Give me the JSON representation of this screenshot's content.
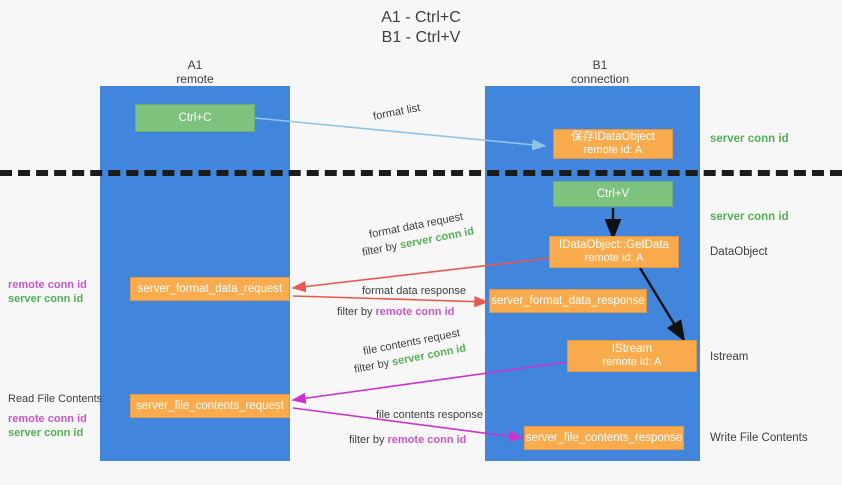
{
  "title": {
    "line1": "A1 - Ctrl+C",
    "line2": "B1 - Ctrl+V"
  },
  "lanes": [
    {
      "name": "A1",
      "sub": "remote"
    },
    {
      "name": "B1",
      "sub": "connection"
    }
  ],
  "boxes": {
    "ctrl_c": "Ctrl+C",
    "ctrl_v": "Ctrl+V",
    "save_dataobject": {
      "line1": "保存IDataObject",
      "line2": "remote id: A"
    },
    "getdata": {
      "line1": "IDataObject::GetData",
      "line2": "remote id: A"
    },
    "istream": {
      "line1": "IStream",
      "line2": "remote id: A"
    },
    "server_format_data_request": "server_format_data_request",
    "server_format_data_response": "server_format_data_response",
    "server_file_contents_request": "server_file_contents_request",
    "server_file_contents_response": "server_file_contents_response"
  },
  "arrow_labels": {
    "format_list": "format list",
    "format_data_request": "format data request",
    "format_data_request_filter_prefix": "filter by ",
    "format_data_request_filter_key": "server conn id",
    "format_data_response": "format data response",
    "format_data_response_filter_prefix": "filter by ",
    "format_data_response_filter_key": "remote conn id",
    "file_contents_request": "file contents request",
    "file_contents_request_filter_prefix": "filter by ",
    "file_contents_request_filter_key": "server conn id",
    "file_contents_response": "file contents response",
    "file_contents_response_filter_prefix": "filter by ",
    "file_contents_response_filter_key": "remote conn id"
  },
  "right_annotations": {
    "server_conn_id_top": "server conn id",
    "server_conn_id_mid": "server conn id",
    "dataobject": "DataObject",
    "istream": "Istream",
    "write_file_contents": "Write File Contents"
  },
  "left_annotations": {
    "remote_conn_id_1": "remote conn id",
    "server_conn_id_1": "server conn id",
    "read_file_contents": "Read File Contents",
    "remote_conn_id_2": "remote conn id",
    "server_conn_id_2": "server conn id"
  },
  "colors": {
    "lane": "#4285dd",
    "green_box": "#7dc27d",
    "orange_box": "#f9ab4e",
    "light_blue_arrow": "#8ec4e8",
    "red_arrow": "#e8584c",
    "magenta_arrow": "#cc33cc",
    "black_arrow": "#111111",
    "green_text": "#54b054",
    "magenta_text": "#cc55cc",
    "background": "#f7f7f7"
  }
}
